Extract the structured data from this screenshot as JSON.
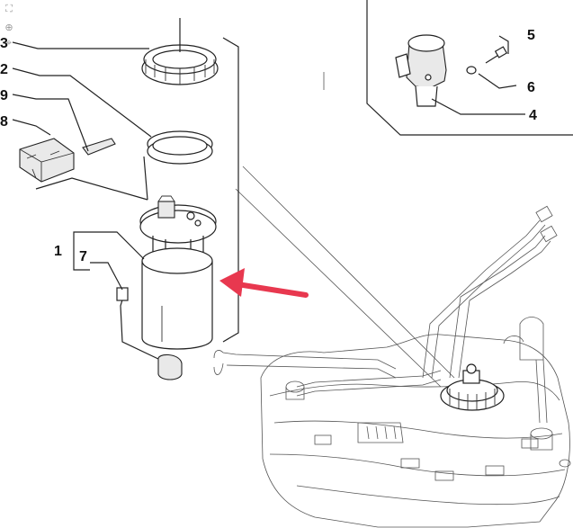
{
  "toolbar": {
    "fit_icon": "fit-to-screen-icon",
    "zoom_icon": "zoom-in-icon",
    "pan_icon": "pan-icon"
  },
  "callouts": [
    {
      "id": "1",
      "label": "1"
    },
    {
      "id": "2",
      "label": "2"
    },
    {
      "id": "3",
      "label": "3"
    },
    {
      "id": "4",
      "label": "4"
    },
    {
      "id": "5",
      "label": "5"
    },
    {
      "id": "6",
      "label": "6"
    },
    {
      "id": "7",
      "label": "7"
    },
    {
      "id": "8",
      "label": "8"
    },
    {
      "id": "9",
      "label": "9"
    }
  ],
  "colors": {
    "highlight_arrow": "#e8384f",
    "line": "#222222",
    "tank_line": "#555555"
  }
}
